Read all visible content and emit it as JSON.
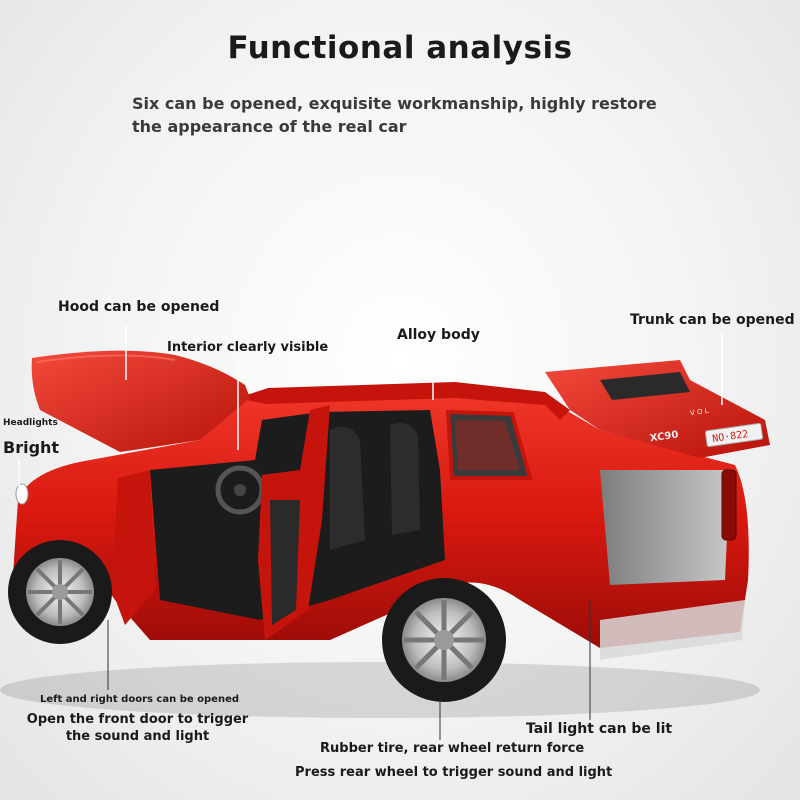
{
  "header": {
    "title": "Functional analysis",
    "subtitle": "Six can be opened, exquisite workmanship, highly restore the appearance of the real car"
  },
  "callouts": {
    "hood": "Hood can be opened",
    "interior": "Interior clearly visible",
    "alloy": "Alloy body",
    "trunk": "Trunk can be opened",
    "headlights": "Headlights",
    "bright": "Bright",
    "doors": "Left and right doors can be opened",
    "front_door_trigger": "Open the front door to trigger the sound and light",
    "tail_light": "Tail light can be lit",
    "rubber_tire": "Rubber tire, rear wheel return force",
    "rear_wheel_trigger": "Press rear wheel to trigger sound and light"
  },
  "car": {
    "model_badge": "XC90",
    "plate": "NO·822",
    "brand_lettering": "V O L",
    "body_color": "#d8180f",
    "body_dark": "#9c0c08",
    "interior_color": "#1c1c1c"
  }
}
